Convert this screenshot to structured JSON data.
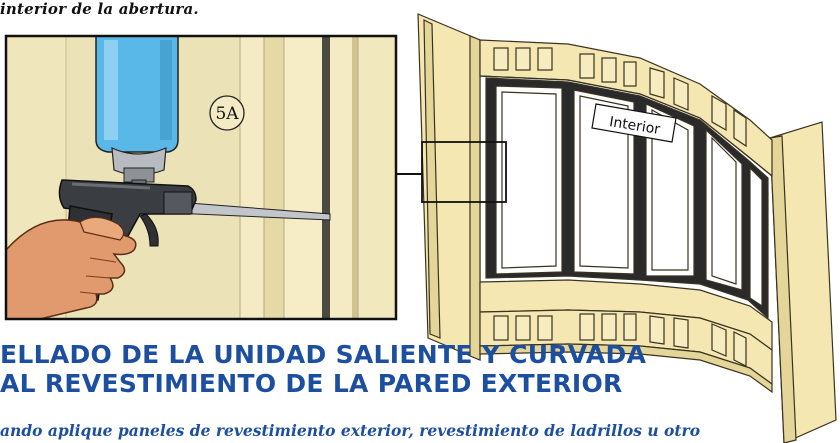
{
  "caption_top": "interior de la abertura.",
  "inset": {
    "step_label": "5A"
  },
  "window_illustration": {
    "interior_label": "Interior"
  },
  "heading": {
    "line1": "ELLADO DE LA UNIDAD SALIENTE Y CURVADA",
    "line2": "AL REVESTIMIENTO DE LA PARED EXTERIOR"
  },
  "body_text": "ando aplique paneles de revestimiento exterior, revestimiento de ladrillos u otro",
  "colors": {
    "heading_blue": "#1d4fa0",
    "wood": "#f4e7b2",
    "foam_can": "#5ab8e8"
  }
}
